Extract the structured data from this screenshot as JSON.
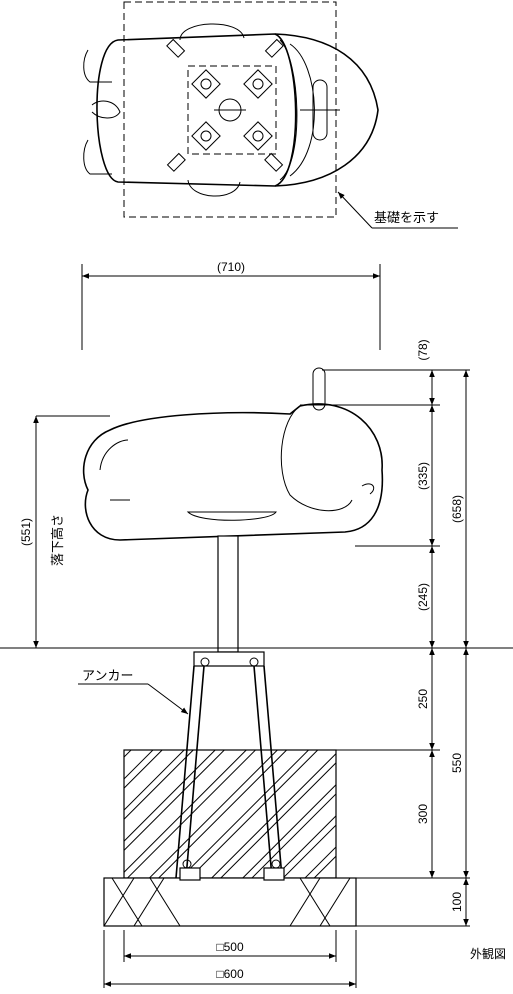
{
  "labels": {
    "foundation_note": "基礎を示す",
    "anchor": "アンカー",
    "fall_height": "落下高さ",
    "corner_caption": "外観図"
  },
  "dimensions": {
    "width_overall": "(710)",
    "handle_top": "(78)",
    "body_height": "(335)",
    "total_height": "(658)",
    "seat_height": "(245)",
    "fall_height": "(551)",
    "post_above": "250",
    "foundation_depth": "300",
    "base_thickness": "100",
    "below_ground": "550",
    "square_500": "□500",
    "square_600": "□600"
  }
}
